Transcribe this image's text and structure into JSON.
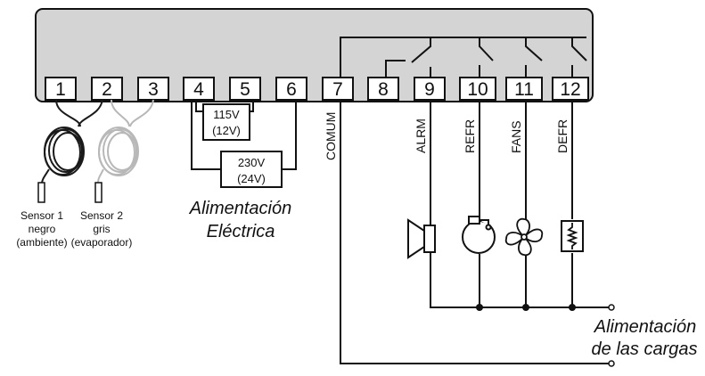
{
  "terminals": [
    "1",
    "2",
    "3",
    "4",
    "5",
    "6",
    "7",
    "8",
    "9",
    "10",
    "11",
    "12"
  ],
  "terminal_labels": {
    "t7": "COMUM",
    "t9": "ALRM",
    "t10": "REFR",
    "t11": "FANS",
    "t12": "DEFR"
  },
  "voltage_115": {
    "line1": "115V",
    "line2": "(12V)"
  },
  "voltage_230": {
    "line1": "230V",
    "line2": "(24V)"
  },
  "power_supply": {
    "line1": "Alimentación",
    "line2": "Eléctrica"
  },
  "load_supply": {
    "line1": "Alimentación",
    "line2": "de las cargas"
  },
  "sensor1": {
    "line1": "Sensor 1",
    "line2": "negro",
    "line3": "(ambiente)"
  },
  "sensor2": {
    "line1": "Sensor 2",
    "line2": "gris",
    "line3": "(evaporador)"
  },
  "colors": {
    "housing": "#d4d4d4",
    "line": "#111111",
    "sensor1_cable": "#1a1a1a",
    "sensor2_cable": "#b8b8b8"
  }
}
